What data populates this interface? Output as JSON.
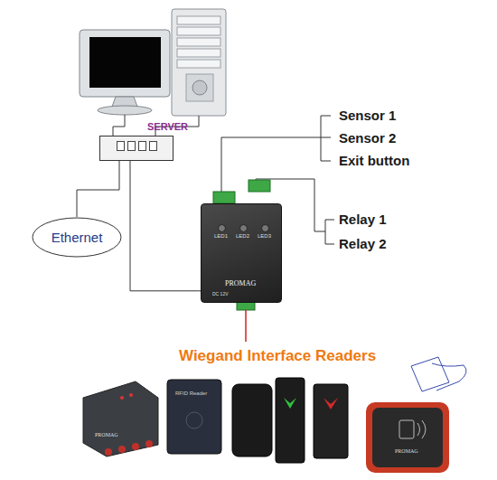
{
  "diagram": {
    "nodes": [
      {
        "text": [
          "SERVER"
        ]
      },
      {
        "text": [
          "Ethernet"
        ]
      },
      {
        "text": [
          "LED1",
          "LED2",
          "LED3",
          "PROMAG",
          "DC 12V"
        ]
      }
    ],
    "edges": [
      {
        "from": 0,
        "to": 1,
        "arrow": "none"
      },
      {
        "from": 0,
        "to": 2,
        "arrow": "none"
      }
    ],
    "labels": [
      "Sensor 1",
      "Sensor 2",
      "Exit button",
      "Relay 1",
      "Relay 2",
      "Wiegand Interface Readers",
      "PROMAG",
      "RFID Reader",
      "PROMAG"
    ]
  }
}
